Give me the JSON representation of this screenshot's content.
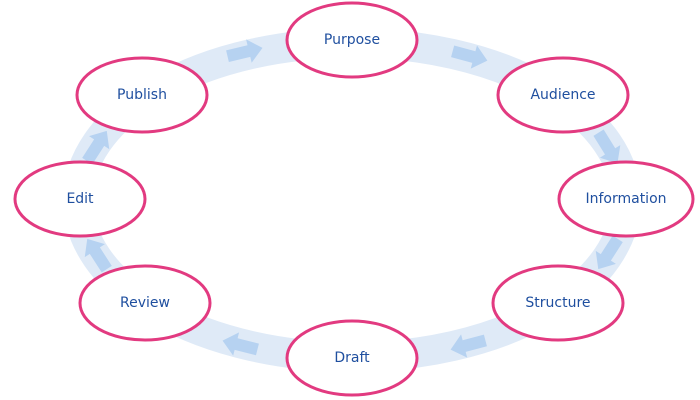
{
  "title": "Writing process cycle",
  "colors": {
    "ring": "#dfeaf7",
    "arrow": "#b6d2f1",
    "node_stroke": "#e23a80",
    "node_fill": "#ffffff",
    "text": "#1f4f9f"
  },
  "nodes": [
    {
      "label": "Purpose"
    },
    {
      "label": "Audience"
    },
    {
      "label": "Information"
    },
    {
      "label": "Structure"
    },
    {
      "label": "Draft"
    },
    {
      "label": "Review"
    },
    {
      "label": "Edit"
    },
    {
      "label": "Publish"
    }
  ],
  "direction": "clockwise"
}
